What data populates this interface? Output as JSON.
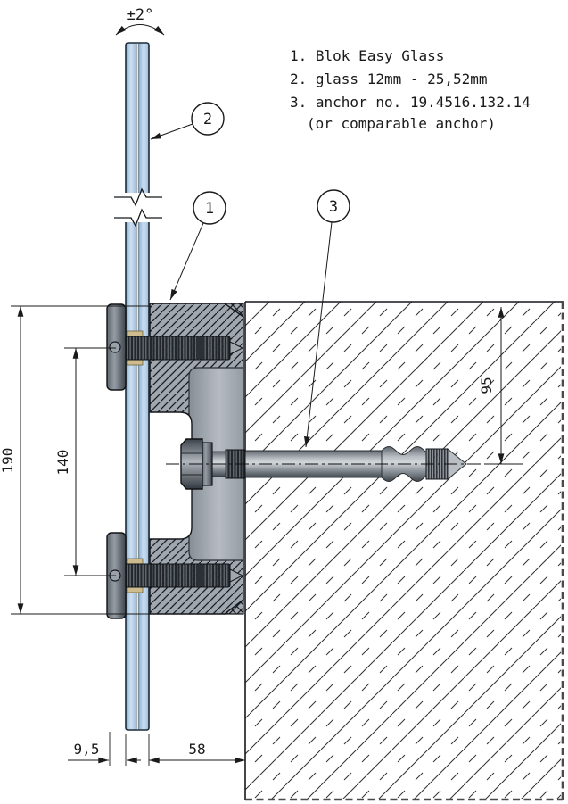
{
  "annotations": {
    "angle_tolerance": "±2°",
    "legend": [
      "1. Blok Easy Glass",
      "2. glass 12mm - 25,52mm",
      "3. anchor no. 19.4516.132.14",
      "(or comparable anchor)"
    ]
  },
  "callouts": {
    "block_label": "1",
    "glass_label": "2",
    "anchor_label": "3"
  },
  "dimensions": {
    "overall_height": "190",
    "bolt_spacing": "140",
    "anchor_embedment": "95",
    "cap_offset": "9,5",
    "block_depth": "58"
  },
  "colors": {
    "glass_blue": "#bcd4eb",
    "metal_gray": "#a0a7ae",
    "gasket_tan": "#cfbc8e",
    "line": "#1a1a1a"
  }
}
